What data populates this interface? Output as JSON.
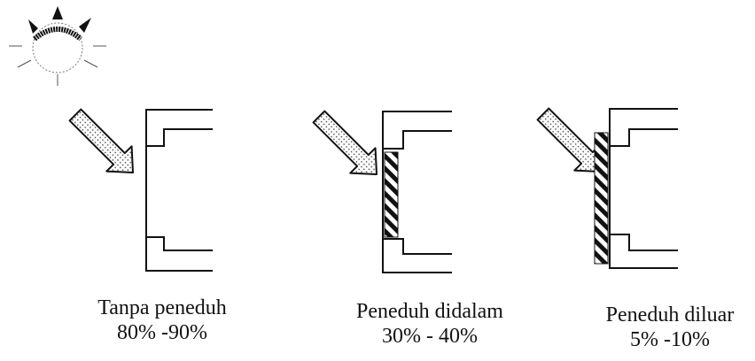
{
  "diagram": {
    "cases": [
      {
        "label": "Tanpa peneduh",
        "value": "80% -90%",
        "shading": "none"
      },
      {
        "label": "Peneduh didalam",
        "value": "30% - 40%",
        "shading": "inside"
      },
      {
        "label": "Peneduh diluar",
        "value": "5% -10%",
        "shading": "outside"
      }
    ],
    "icons": {
      "sun": "sun-icon",
      "arrow": "sunlight-arrow-icon"
    },
    "colors": {
      "ink": "#111111",
      "background": "#ffffff"
    }
  }
}
